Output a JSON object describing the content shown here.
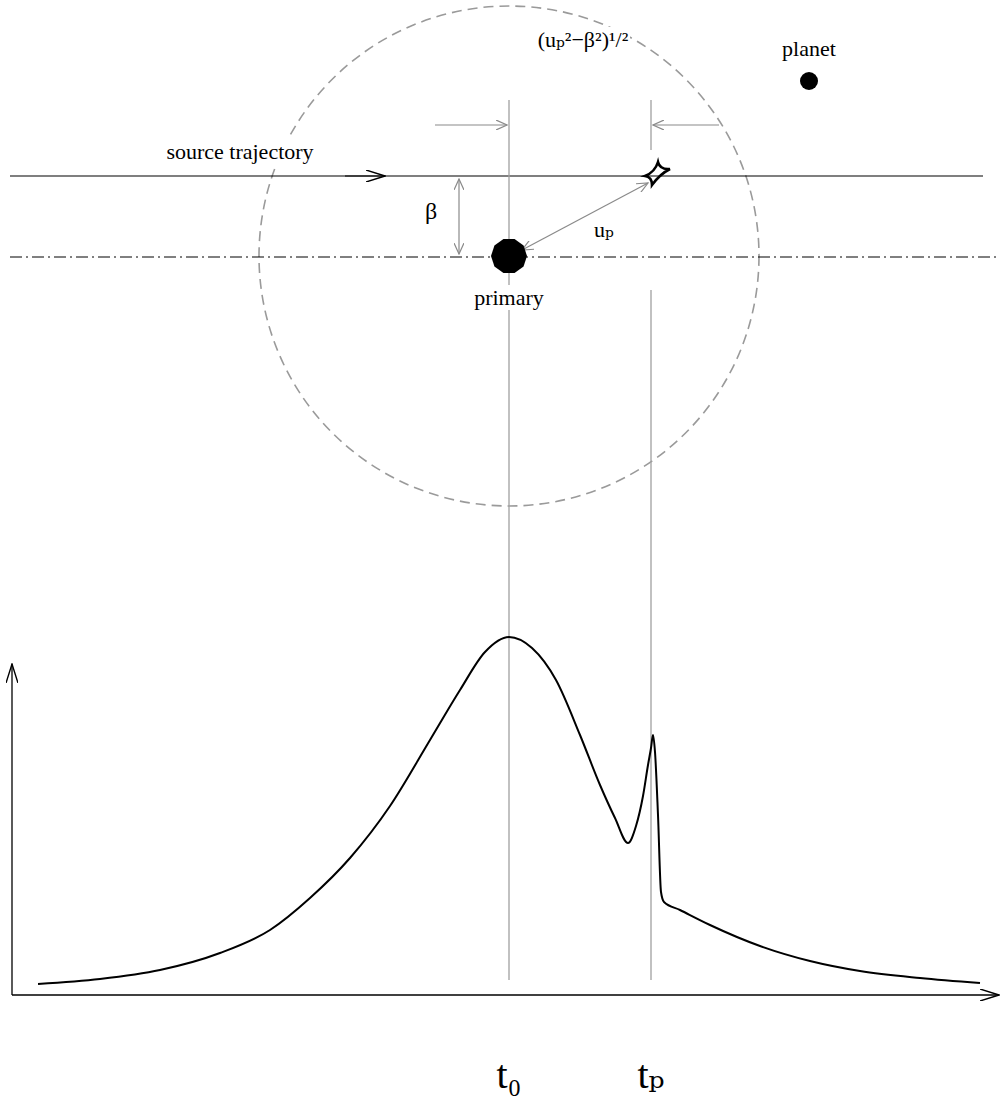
{
  "diagram": {
    "nodes": [
      {
        "text": [
          "primary"
        ]
      },
      {
        "text": [
          "planet"
        ]
      }
    ],
    "labels": [
      "source trajectory",
      "(uₚ²−β²)¹/²",
      "β",
      "uₚ",
      "t₀",
      "tₚ"
    ]
  }
}
